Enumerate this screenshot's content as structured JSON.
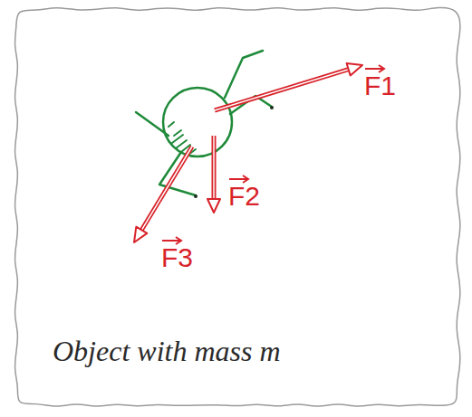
{
  "diagram": {
    "caption": "Object with mass m",
    "labels": [
      "F1",
      "F2",
      "F3"
    ]
  }
}
